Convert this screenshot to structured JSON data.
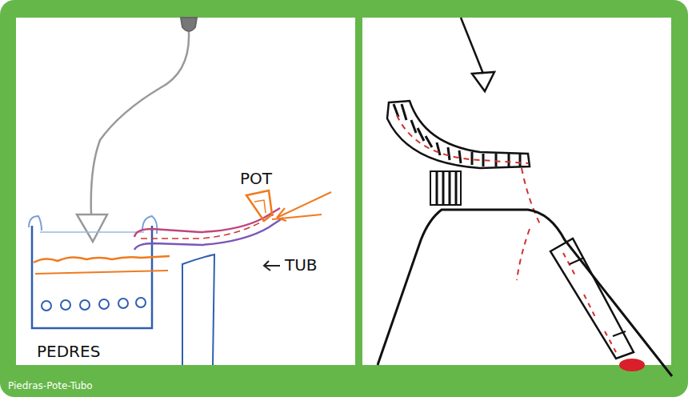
{
  "diagram": {
    "caption": "Piedras-Pote-Tubo",
    "labels": [
      "POT",
      "TUB",
      "PEDRES"
    ]
  }
}
